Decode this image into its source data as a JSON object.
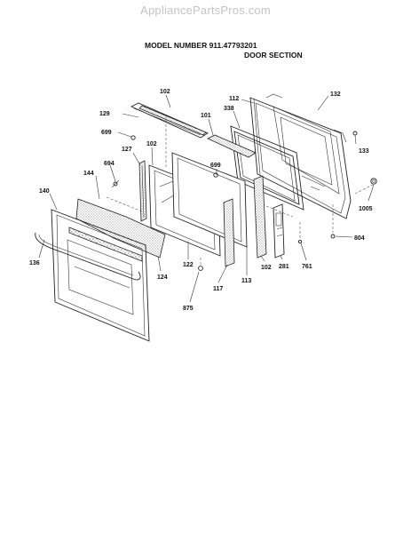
{
  "watermark": "AppliancePartsPros.com",
  "header": {
    "model_number": "MODEL NUMBER 911.47793201",
    "section": "DOOR SECTION"
  },
  "parts": {
    "p102a": "102",
    "p129": "129",
    "p699a": "699",
    "p101": "101",
    "p338": "338",
    "p112": "112",
    "p132": "132",
    "p133": "133",
    "p127": "127",
    "p102b": "102",
    "p694": "694",
    "p144": "144",
    "p140": "140",
    "p699b": "699",
    "p1005": "1005",
    "p804": "804",
    "p136": "136",
    "p124": "124",
    "p122": "122",
    "p117": "117",
    "p113": "113",
    "p102c": "102",
    "p281": "281",
    "p761": "761",
    "p875": "875"
  }
}
